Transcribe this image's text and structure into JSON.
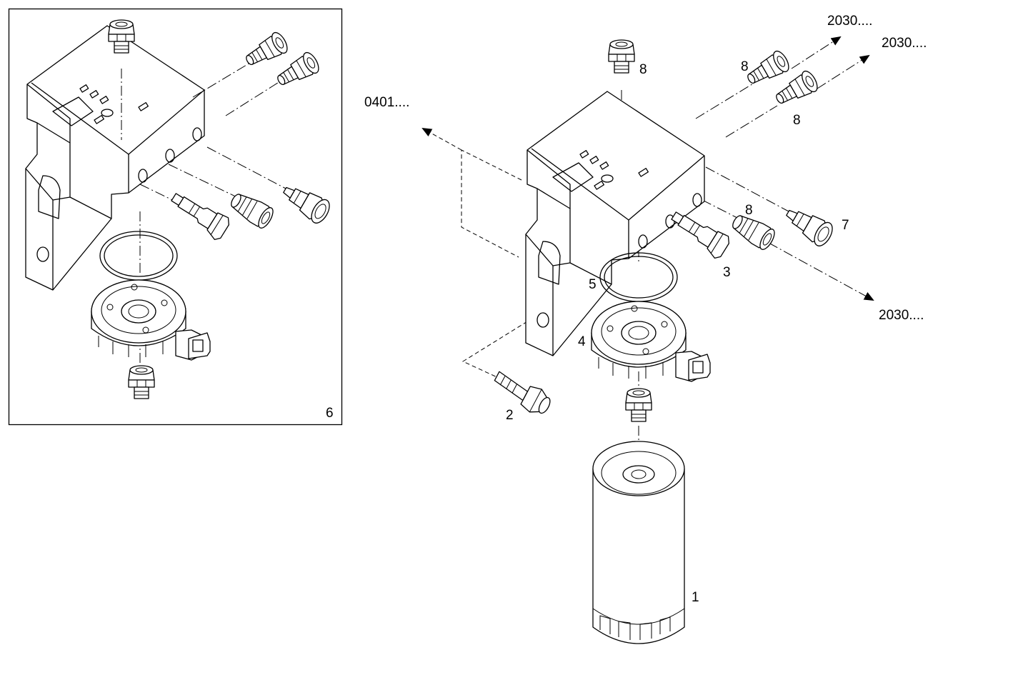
{
  "callouts": {
    "c1": "1",
    "c2": "2",
    "c3": "3",
    "c4": "4",
    "c5": "5",
    "c6": "6",
    "c7": "7",
    "c8a": "8",
    "c8b": "8",
    "c8c": "8",
    "c8d": "8"
  },
  "references": {
    "r0401": "0401....",
    "r2030a": "2030....",
    "r2030b": "2030....",
    "r2030c": "2030...."
  }
}
